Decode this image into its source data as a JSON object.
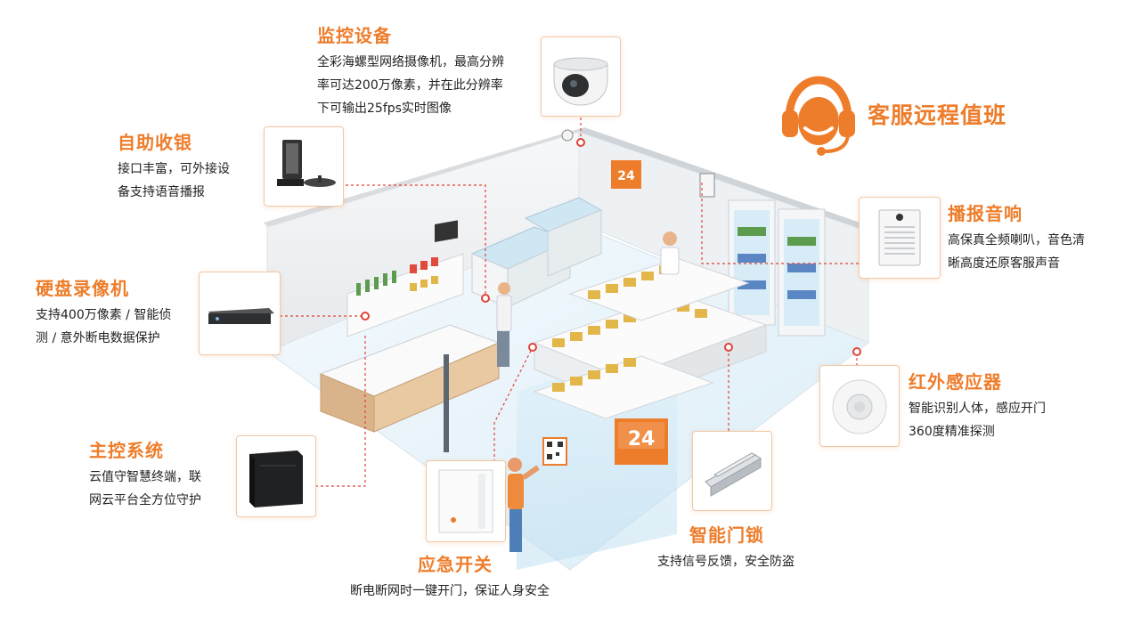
{
  "service_badge": {
    "label": "客服远程值班",
    "icon": "headset-agent-icon",
    "color": "#ee7d2b"
  },
  "store_sign": {
    "number": "24"
  },
  "features": [
    {
      "id": "camera",
      "title": "监控设备",
      "desc": [
        "全彩海螺型网络摄像机，最高分辨",
        "率可达200万像素，并在此分辨率",
        "下可输出25fps实时图像"
      ],
      "icon": "dome-camera-icon"
    },
    {
      "id": "pos",
      "title": "自助收银",
      "desc": [
        "接口丰富，可外接设",
        "备支持语音播报"
      ],
      "icon": "self-checkout-terminal-icon"
    },
    {
      "id": "nvr",
      "title": "硬盘录像机",
      "desc": [
        "支持400万像素 / 智能侦",
        "测 / 意外断电数据保护"
      ],
      "icon": "nvr-recorder-icon"
    },
    {
      "id": "control",
      "title": "主控系统",
      "desc": [
        "云值守智慧终端，联",
        "网云平台全方位守护"
      ],
      "icon": "control-cabinet-icon"
    },
    {
      "id": "emergency",
      "title": "应急开关",
      "desc": [
        "断电断网时一键开门，保证人身安全"
      ],
      "icon": "emergency-switch-icon"
    },
    {
      "id": "lock",
      "title": "智能门锁",
      "desc": [
        "支持信号反馈，安全防盗"
      ],
      "icon": "magnetic-lock-icon"
    },
    {
      "id": "speaker",
      "title": "播报音响",
      "desc": [
        "高保真全频喇叭，音色清",
        "晰高度还原客服声音"
      ],
      "icon": "wall-speaker-icon"
    },
    {
      "id": "infrared",
      "title": "红外感应器",
      "desc": [
        "智能识别人体，感应开门",
        "360度精准探测"
      ],
      "icon": "infrared-sensor-icon"
    }
  ],
  "colors": {
    "accent": "#ee7d2b",
    "leader_line": "#e0433a",
    "floor": "#e8f4fb",
    "wall": "#f1f3f5"
  }
}
